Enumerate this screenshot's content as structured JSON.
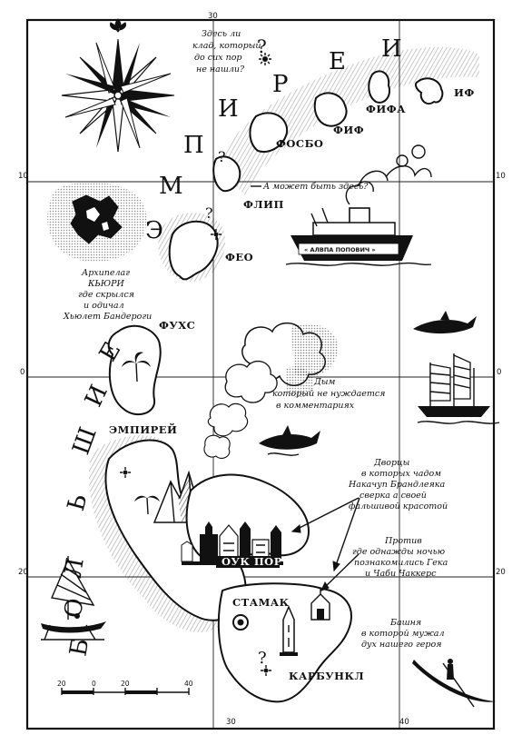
{
  "grid_labels": {
    "top_30": "30",
    "left_10": "10",
    "right_10": "10",
    "left_0": "0",
    "right_0": "0",
    "left_20": "20",
    "right_20": "20",
    "bottom_30": "30",
    "bottom_40": "40"
  },
  "sea_letters": {
    "empirei_top": [
      "Р",
      "Е",
      "И"
    ],
    "empirei_curve": [
      "Э",
      "М",
      "П",
      "И"
    ],
    "bolshie": [
      "Б",
      "О",
      "Л",
      "Ь",
      "Ш",
      "И",
      "Е"
    ]
  },
  "islands": {
    "if": "ИФ",
    "fifa": "ФИФА",
    "fif": "ФИФ",
    "fosbo": "ФОСБО",
    "flip": "ФЛИП",
    "feo": "ФЕО",
    "fuks": "ФУХС",
    "empirei": "ЭМПИРЕЙ",
    "ouk_port": "ОУК ПОРТ",
    "stamak": "СТАМАК",
    "karbunkl": "КАРБУНКЛ"
  },
  "notes": {
    "treasure": [
      "Здесь ли",
      "клад, который",
      "до сих пор",
      "не нашли?"
    ],
    "maybe_here": "А может быть здесь?",
    "archipelago": [
      "Архипелаг",
      "КЬЮРИ",
      "где скрылся",
      "и одичал",
      "Хьюлет Бандероги"
    ],
    "smoke": [
      "Дым",
      "который не нуждается",
      "в комментариях"
    ],
    "palaces": [
      "Дворцы",
      "в которых чадом",
      "Накачуп Брандлеяка",
      "сверка а своей",
      "фальшивой красотой"
    ],
    "against": [
      "Против",
      "где однажды ночью",
      "познакомились Гека",
      "и Чаби Чаккерс"
    ],
    "tower": [
      "Башня",
      "в которой мужал",
      "дух нашего героя"
    ]
  },
  "ship_name": "« АЛВПА ПОПОВИЧ »",
  "scale": {
    "ticks": [
      "20",
      "0",
      "20",
      "40"
    ]
  },
  "colors": {
    "ink": "#111111",
    "paper": "#ffffff"
  },
  "icons": [
    "compass-rose-icon",
    "question-mark-icon",
    "sun-sparkle-icon",
    "steamship-icon",
    "sailing-junk-icon",
    "shark-icon",
    "palm-tree-icon",
    "gondola-icon",
    "outrigger-canoe-icon",
    "castle-icon",
    "tower-icon"
  ]
}
